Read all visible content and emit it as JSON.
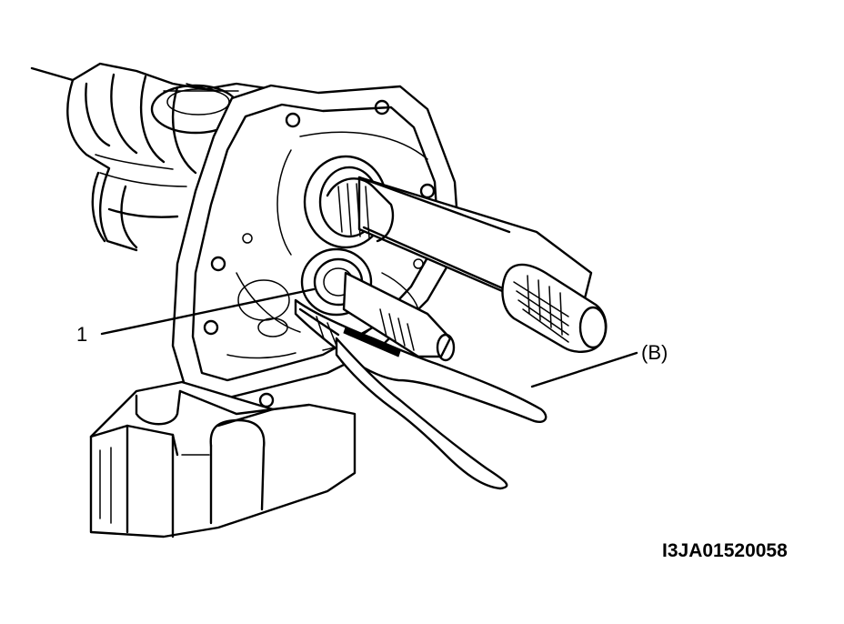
{
  "callouts": {
    "part_1": "1",
    "tool_b": "(B)"
  },
  "figure_id": "I3JA01520058",
  "icons": {
    "illustration": "transmission-bearing-removal-illustration"
  }
}
